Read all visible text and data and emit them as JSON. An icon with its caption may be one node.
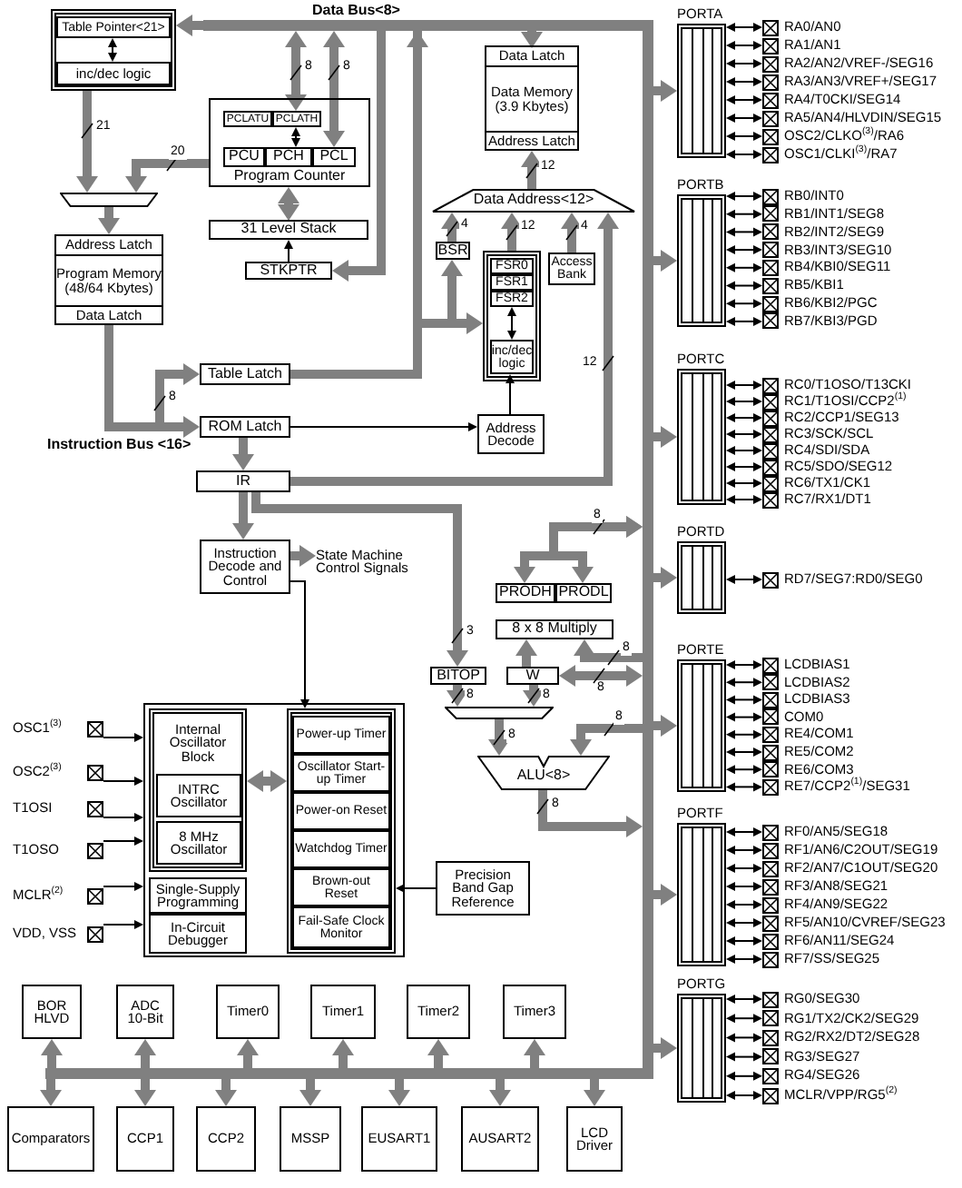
{
  "diagram": {
    "nodes": [
      {
        "text": [],
        "shape": "box"
      },
      {
        "text": [
          "Table Pointer<21>"
        ],
        "in": 0
      },
      {
        "text": [
          "inc/dec logic"
        ],
        "in": 0
      },
      {
        "text": [
          "Program Counter"
        ]
      },
      {
        "text": [
          "PCLATU"
        ],
        "in": 3
      },
      {
        "text": [
          "PCLATH"
        ],
        "in": 3
      },
      {
        "text": [
          "PCU"
        ],
        "in": 3
      },
      {
        "text": [
          "PCH"
        ],
        "in": 3
      },
      {
        "text": [
          "PCL"
        ],
        "in": 3
      },
      {
        "text": [
          "31 Level Stack"
        ]
      },
      {
        "text": [
          "STKPTR"
        ]
      },
      {
        "text": [],
        "shape": "bar"
      },
      {
        "text": [],
        "shape": "bar"
      },
      {
        "text": [],
        "shape": "trapezoid"
      },
      {
        "text": [
          "Program Memory (48/64 Kbytes)"
        ]
      },
      {
        "text": [
          "Address Latch"
        ],
        "in": 14
      },
      {
        "text": [
          "Data Latch"
        ],
        "in": 14
      },
      {
        "text": [
          "Data Memory (3.9 Kbytes)"
        ]
      },
      {
        "text": [
          "Data Latch"
        ],
        "in": 17
      },
      {
        "text": [
          "Address Latch"
        ],
        "in": 17
      },
      {
        "text": [
          "Data Address<12>"
        ]
      },
      {
        "text": [
          "BSR"
        ]
      },
      {
        "text": [],
        "shape": "box"
      },
      {
        "text": [
          "FSR0"
        ],
        "in": 22
      },
      {
        "text": [
          "FSR1"
        ],
        "in": 22
      },
      {
        "text": [
          "FSR2"
        ],
        "in": 22
      },
      {
        "text": [
          "inc/dec logic"
        ],
        "in": 22
      },
      {
        "text": [
          "Access Bank"
        ]
      },
      {
        "text": [
          "Table Latch"
        ]
      },
      {
        "text": [
          "ROM Latch"
        ]
      },
      {
        "text": [
          "Address Decode"
        ]
      },
      {
        "text": [
          "IR"
        ]
      },
      {
        "text": [
          "Instruction Decode and Control"
        ]
      },
      {
        "text": [
          "State Machine Control Signals"
        ]
      },
      {
        "text": [
          "PRODH"
        ]
      },
      {
        "text": [
          "PRODL"
        ]
      },
      {
        "text": [
          "8 x 8 Multiply"
        ]
      },
      {
        "text": [
          "BITOP"
        ]
      },
      {
        "text": [
          "W"
        ]
      },
      {
        "text": [],
        "shape": "trapezoid"
      },
      {
        "text": [
          "ALU<8>"
        ]
      },
      {
        "text": [],
        "shape": "box"
      },
      {
        "text": [
          "Internal Oscillator Block"
        ],
        "in": 41
      },
      {
        "text": [
          "INTRC Oscillator"
        ],
        "in": 42
      },
      {
        "text": [
          "8 MHz Oscillator"
        ],
        "in": 42
      },
      {
        "text": [
          "Single-Supply Programming"
        ],
        "in": 41
      },
      {
        "text": [
          "In-Circuit Debugger"
        ],
        "in": 41
      },
      {
        "text": [],
        "shape": "box",
        "in": 41
      },
      {
        "text": [
          "Power-up Timer"
        ],
        "in": 47
      },
      {
        "text": [
          "Oscillator Start-up Timer"
        ],
        "in": 47
      },
      {
        "text": [
          "Power-on Reset"
        ],
        "in": 47
      },
      {
        "text": [
          "Watchdog Timer"
        ],
        "in": 47
      },
      {
        "text": [
          "Brown-out Reset"
        ],
        "in": 47
      },
      {
        "text": [
          "Fail-Safe Clock Monitor"
        ],
        "in": 47
      },
      {
        "text": [
          "Precision Band Gap Reference"
        ]
      },
      {
        "text": [
          "OSC1$^{(3)}$"
        ]
      },
      {
        "text": [
          "OSC2$^{(3)}$"
        ]
      },
      {
        "text": [
          "T1OSI"
        ]
      },
      {
        "text": [
          "T1OSO"
        ]
      },
      {
        "text": [
          "MCLR$^{(2)}$"
        ]
      },
      {
        "text": [
          "VDD, VSS"
        ]
      },
      {
        "text": [],
        "shape": "bar"
      },
      {
        "text": [
          "BOR HLVD"
        ]
      },
      {
        "text": [
          "ADC 10-Bit"
        ]
      },
      {
        "text": [
          "Timer0"
        ]
      },
      {
        "text": [
          "Timer1"
        ]
      },
      {
        "text": [
          "Timer2"
        ]
      },
      {
        "text": [
          "Timer3"
        ]
      },
      {
        "text": [
          "Comparators"
        ]
      },
      {
        "text": [
          "CCP1"
        ]
      },
      {
        "text": [
          "CCP2"
        ]
      },
      {
        "text": [
          "MSSP"
        ]
      },
      {
        "text": [
          "EUSART1"
        ]
      },
      {
        "text": [
          "AUSART2"
        ]
      },
      {
        "text": [
          "LCD Driver"
        ]
      },
      {
        "text": [
          "PORTA"
        ]
      },
      {
        "text": [
          "RA0/AN0"
        ]
      },
      {
        "text": [
          "RA1/AN1"
        ]
      },
      {
        "text": [
          "RA2/AN2/VREF-/SEG16"
        ]
      },
      {
        "text": [
          "RA3/AN3/VREF+/SEG17"
        ]
      },
      {
        "text": [
          "RA4/T0CKI/SEG14"
        ]
      },
      {
        "text": [
          "RA5/AN4/HLVDIN/SEG15"
        ]
      },
      {
        "text": [
          "OSC2/CLKO$^{(3)}$/RA6"
        ]
      },
      {
        "text": [
          "OSC1/CLKI$^{(3)}$/RA7"
        ]
      },
      {
        "text": [
          "PORTB"
        ]
      },
      {
        "text": [
          "RB0/INT0"
        ]
      },
      {
        "text": [
          "RB1/INT1/SEG8"
        ]
      },
      {
        "text": [
          "RB2/INT2/SEG9"
        ]
      },
      {
        "text": [
          "RB3/INT3/SEG10"
        ]
      },
      {
        "text": [
          "RB4/KBI0/SEG11"
        ]
      },
      {
        "text": [
          "RB5/KBI1"
        ]
      },
      {
        "text": [
          "RB6/KBI2/PGC"
        ]
      },
      {
        "text": [
          "RB7/KBI3/PGD"
        ]
      },
      {
        "text": [
          "PORTC"
        ]
      },
      {
        "text": [
          "RC0/T1OSO/T13CKI"
        ]
      },
      {
        "text": [
          "RC1/T1OSI/CCP2$^{(1)}$"
        ]
      },
      {
        "text": [
          "RC2/CCP1/SEG13"
        ]
      },
      {
        "text": [
          "RC3/SCK/SCL"
        ]
      },
      {
        "text": [
          "RC4/SDI/SDA"
        ]
      },
      {
        "text": [
          "RC5/SDO/SEG12"
        ]
      },
      {
        "text": [
          "RC6/TX1/CK1"
        ]
      },
      {
        "text": [
          "RC7/RX1/DT1"
        ]
      },
      {
        "text": [
          "PORTD"
        ]
      },
      {
        "text": [
          "RD7/SEG7:RD0/SEG0"
        ]
      },
      {
        "text": [
          "PORTE"
        ]
      },
      {
        "text": [
          "LCDBIAS1"
        ]
      },
      {
        "text": [
          "LCDBIAS2"
        ]
      },
      {
        "text": [
          "LCDBIAS3"
        ]
      },
      {
        "text": [
          "COM0"
        ]
      },
      {
        "text": [
          "RE4/COM1"
        ]
      },
      {
        "text": [
          "RE5/COM2"
        ]
      },
      {
        "text": [
          "RE6/COM3"
        ]
      },
      {
        "text": [
          "RE7/CCP2$^{(1)}$/SEG31"
        ]
      },
      {
        "text": [
          "PORTF"
        ]
      },
      {
        "text": [
          "RF0/AN5/SEG18"
        ]
      },
      {
        "text": [
          "RF1/AN6/C2OUT/SEG19"
        ]
      },
      {
        "text": [
          "RF2/AN7/C1OUT/SEG20"
        ]
      },
      {
        "text": [
          "RF3/AN8/SEG21"
        ]
      },
      {
        "text": [
          "RF4/AN9/SEG22"
        ]
      },
      {
        "text": [
          "RF5/AN10/CVREF/SEG23"
        ]
      },
      {
        "text": [
          "RF6/AN11/SEG24"
        ]
      },
      {
        "text": [
          "RF7/SS/SEG25"
        ]
      },
      {
        "text": [
          "PORTG"
        ]
      },
      {
        "text": [
          "RG0/SEG30"
        ]
      },
      {
        "text": [
          "RG1/TX2/CK2/SEG29"
        ]
      },
      {
        "text": [
          "RG2/RX2/DT2/SEG28"
        ]
      },
      {
        "text": [
          "RG3/SEG27"
        ]
      },
      {
        "text": [
          "RG4/SEG26"
        ]
      },
      {
        "text": [
          "MCLR/VPP/RG5$^{(2)}$"
        ]
      }
    ],
    "edges": [
      {
        "from": 11,
        "to": 0,
        "arrow": "to",
        "style": "thick",
        "color": "#808080"
      },
      {
        "from": 11,
        "to": 5,
        "arrow": "both",
        "label": "8",
        "style": "thick",
        "color": "#808080"
      },
      {
        "from": 11,
        "to": 8,
        "arrow": "both",
        "label": "8",
        "style": "thick",
        "color": "#808080"
      },
      {
        "from": 11,
        "to": 10,
        "arrow": "to",
        "style": "thick",
        "color": "#808080"
      },
      {
        "from": 1,
        "to": 2,
        "arrow": "both"
      },
      {
        "from": 5,
        "to": 7,
        "arrow": "both"
      },
      {
        "from": 3,
        "to": 9,
        "arrow": "both",
        "style": "thick",
        "color": "#808080"
      },
      {
        "from": 10,
        "to": 9,
        "arrow": "to"
      },
      {
        "from": 0,
        "to": 13,
        "arrow": "to",
        "label": "21",
        "style": "thick",
        "color": "#808080"
      },
      {
        "from": 3,
        "to": 13,
        "arrow": "to",
        "label": "20",
        "style": "thick",
        "color": "#808080"
      },
      {
        "from": 13,
        "to": 14,
        "arrow": "to",
        "style": "thick",
        "color": "#808080"
      },
      {
        "from": 16,
        "to": 29,
        "arrow": "to",
        "style": "thick",
        "color": "#808080"
      },
      {
        "from": 16,
        "to": 28,
        "arrow": "to",
        "label": "8",
        "style": "thick",
        "color": "#808080"
      },
      {
        "from": 28,
        "to": 11,
        "arrow": "to",
        "style": "thick",
        "color": "#808080"
      },
      {
        "from": 29,
        "to": 30,
        "arrow": "to"
      },
      {
        "from": 29,
        "to": 31,
        "arrow": "to",
        "style": "thick",
        "color": "#808080"
      },
      {
        "from": 31,
        "to": 20,
        "arrow": "to",
        "label": "12",
        "style": "thick",
        "color": "#808080"
      },
      {
        "from": 31,
        "to": 37,
        "arrow": "to",
        "label": "3",
        "style": "thick",
        "color": "#808080"
      },
      {
        "from": 31,
        "to": 32,
        "arrow": "to",
        "style": "thick",
        "color": "#808080"
      },
      {
        "from": 32,
        "to": 33,
        "arrow": "to",
        "style": "thick",
        "color": "#808080"
      },
      {
        "from": 32,
        "to": 47,
        "arrow": "to"
      },
      {
        "from": 11,
        "to": 21,
        "arrow": "to",
        "style": "thick",
        "color": "#808080"
      },
      {
        "from": 11,
        "to": 22,
        "arrow": "to",
        "style": "thick",
        "color": "#808080"
      },
      {
        "from": 21,
        "to": 20,
        "arrow": "to",
        "label": "4",
        "style": "thick",
        "color": "#808080"
      },
      {
        "from": 22,
        "to": 20,
        "arrow": "to",
        "label": "12",
        "style": "thick",
        "color": "#808080"
      },
      {
        "from": 27,
        "to": 20,
        "arrow": "to",
        "label": "4",
        "style": "thick",
        "color": "#808080"
      },
      {
        "from": 20,
        "to": 19,
        "arrow": "to",
        "label": "12",
        "style": "thick",
        "color": "#808080"
      },
      {
        "from": 11,
        "to": 18,
        "arrow": "to",
        "style": "thick",
        "color": "#808080"
      },
      {
        "from": 25,
        "to": 26,
        "arrow": "both"
      },
      {
        "from": 30,
        "to": 26,
        "arrow": "to"
      },
      {
        "from": 34,
        "to": 12,
        "arrow": "both",
        "label": "8",
        "style": "thick",
        "color": "#808080"
      },
      {
        "from": 35,
        "to": 12,
        "arrow": "both",
        "style": "thick",
        "color": "#808080"
      },
      {
        "from": 38,
        "to": 36,
        "arrow": "to",
        "style": "thick",
        "color": "#808080"
      },
      {
        "from": 12,
        "to": 36,
        "arrow": "to",
        "label": "8",
        "style": "thick",
        "color": "#808080"
      },
      {
        "from": 38,
        "to": 12,
        "arrow": "both",
        "label": "8",
        "style": "thick",
        "color": "#808080"
      },
      {
        "from": 37,
        "to": 39,
        "arrow": "to",
        "label": "8",
        "style": "thick",
        "color": "#808080"
      },
      {
        "from": 38,
        "to": 39,
        "arrow": "to",
        "label": "8",
        "style": "thick",
        "color": "#808080"
      },
      {
        "from": 39,
        "to": 40,
        "arrow": "to",
        "label": "8",
        "style": "thick",
        "color": "#808080"
      },
      {
        "from": 12,
        "to": 40,
        "arrow": "to",
        "label": "8",
        "style": "thick",
        "color": "#808080"
      },
      {
        "from": 40,
        "to": 12,
        "arrow": "to",
        "label": "8",
        "style": "thick",
        "color": "#808080"
      },
      {
        "from": 42,
        "to": 47,
        "arrow": "both",
        "style": "thick",
        "color": "#808080"
      },
      {
        "from": 54,
        "to": 47,
        "arrow": "to"
      },
      {
        "from": 55,
        "to": 41,
        "arrow": "to"
      },
      {
        "from": 56,
        "to": 41,
        "arrow": "to"
      },
      {
        "from": 57,
        "to": 41,
        "arrow": "to"
      },
      {
        "from": 58,
        "to": 41,
        "arrow": "to"
      },
      {
        "from": 59,
        "to": 41,
        "arrow": "to"
      },
      {
        "from": 60,
        "to": 41,
        "arrow": "to"
      },
      {
        "from": 61,
        "to": 62,
        "arrow": "to",
        "style": "thick",
        "color": "#808080"
      },
      {
        "from": 61,
        "to": 63,
        "arrow": "to",
        "style": "thick",
        "color": "#808080"
      },
      {
        "from": 61,
        "to": 64,
        "arrow": "to",
        "style": "thick",
        "color": "#808080"
      },
      {
        "from": 61,
        "to": 65,
        "arrow": "to",
        "style": "thick",
        "color": "#808080"
      },
      {
        "from": 61,
        "to": 66,
        "arrow": "to",
        "style": "thick",
        "color": "#808080"
      },
      {
        "from": 61,
        "to": 67,
        "arrow": "to",
        "style": "thick",
        "color": "#808080"
      },
      {
        "from": 61,
        "to": 68,
        "arrow": "to",
        "style": "thick",
        "color": "#808080"
      },
      {
        "from": 61,
        "to": 69,
        "arrow": "to",
        "style": "thick",
        "color": "#808080"
      },
      {
        "from": 61,
        "to": 70,
        "arrow": "to",
        "style": "thick",
        "color": "#808080"
      },
      {
        "from": 61,
        "to": 71,
        "arrow": "to",
        "style": "thick",
        "color": "#808080"
      },
      {
        "from": 61,
        "to": 72,
        "arrow": "to",
        "style": "thick",
        "color": "#808080"
      },
      {
        "from": 61,
        "to": 73,
        "arrow": "to",
        "style": "thick",
        "color": "#808080"
      },
      {
        "from": 61,
        "to": 74,
        "arrow": "to",
        "style": "thick",
        "color": "#808080"
      },
      {
        "from": 12,
        "to": 75,
        "arrow": "to",
        "style": "thick",
        "color": "#808080"
      },
      {
        "from": 12,
        "to": 84,
        "arrow": "to",
        "style": "thick",
        "color": "#808080"
      },
      {
        "from": 12,
        "to": 93,
        "arrow": "to",
        "style": "thick",
        "color": "#808080"
      },
      {
        "from": 12,
        "to": 102,
        "arrow": "to",
        "style": "thick",
        "color": "#808080"
      },
      {
        "from": 12,
        "to": 104,
        "arrow": "to",
        "style": "thick",
        "color": "#808080"
      },
      {
        "from": 12,
        "to": 113,
        "arrow": "to",
        "style": "thick",
        "color": "#808080"
      },
      {
        "from": 12,
        "to": 122,
        "arrow": "to",
        "style": "thick",
        "color": "#808080"
      },
      {
        "from": 75,
        "to": 76,
        "arrow": "both"
      },
      {
        "from": 75,
        "to": 77,
        "arrow": "both"
      },
      {
        "from": 75,
        "to": 78,
        "arrow": "both"
      },
      {
        "from": 75,
        "to": 79,
        "arrow": "both"
      },
      {
        "from": 75,
        "to": 80,
        "arrow": "both"
      },
      {
        "from": 75,
        "to": 81,
        "arrow": "both"
      },
      {
        "from": 75,
        "to": 82,
        "arrow": "both"
      },
      {
        "from": 75,
        "to": 83,
        "arrow": "both"
      },
      {
        "from": 84,
        "to": 85,
        "arrow": "both"
      },
      {
        "from": 84,
        "to": 86,
        "arrow": "both"
      },
      {
        "from": 84,
        "to": 87,
        "arrow": "both"
      },
      {
        "from": 84,
        "to": 88,
        "arrow": "both"
      },
      {
        "from": 84,
        "to": 89,
        "arrow": "both"
      },
      {
        "from": 84,
        "to": 90,
        "arrow": "both"
      },
      {
        "from": 84,
        "to": 91,
        "arrow": "both"
      },
      {
        "from": 84,
        "to": 92,
        "arrow": "both"
      },
      {
        "from": 93,
        "to": 94,
        "arrow": "both"
      },
      {
        "from": 93,
        "to": 95,
        "arrow": "both"
      },
      {
        "from": 93,
        "to": 96,
        "arrow": "both"
      },
      {
        "from": 93,
        "to": 97,
        "arrow": "both"
      },
      {
        "from": 93,
        "to": 98,
        "arrow": "both"
      },
      {
        "from": 93,
        "to": 99,
        "arrow": "both"
      },
      {
        "from": 93,
        "to": 100,
        "arrow": "both"
      },
      {
        "from": 93,
        "to": 101,
        "arrow": "both"
      },
      {
        "from": 102,
        "to": 103,
        "arrow": "both"
      },
      {
        "from": 104,
        "to": 105,
        "arrow": "both"
      },
      {
        "from": 104,
        "to": 106,
        "arrow": "both"
      },
      {
        "from": 104,
        "to": 107,
        "arrow": "both"
      },
      {
        "from": 104,
        "to": 108,
        "arrow": "both"
      },
      {
        "from": 104,
        "to": 109,
        "arrow": "both"
      },
      {
        "from": 104,
        "to": 110,
        "arrow": "both"
      },
      {
        "from": 104,
        "to": 111,
        "arrow": "both"
      },
      {
        "from": 104,
        "to": 112,
        "arrow": "both"
      },
      {
        "from": 113,
        "to": 114,
        "arrow": "both"
      },
      {
        "from": 113,
        "to": 115,
        "arrow": "both"
      },
      {
        "from": 113,
        "to": 116,
        "arrow": "both"
      },
      {
        "from": 113,
        "to": 117,
        "arrow": "both"
      },
      {
        "from": 113,
        "to": 118,
        "arrow": "both"
      },
      {
        "from": 113,
        "to": 119,
        "arrow": "both"
      },
      {
        "from": 113,
        "to": 120,
        "arrow": "both"
      },
      {
        "from": 113,
        "to": 121,
        "arrow": "both"
      },
      {
        "from": 122,
        "to": 123,
        "arrow": "both"
      },
      {
        "from": 122,
        "to": 124,
        "arrow": "both"
      },
      {
        "from": 122,
        "to": 125,
        "arrow": "both"
      },
      {
        "from": 122,
        "to": 126,
        "arrow": "both"
      },
      {
        "from": 122,
        "to": 127,
        "arrow": "both"
      },
      {
        "from": 122,
        "to": 128,
        "arrow": "both"
      }
    ],
    "labels": [
      "Data Bus<8>",
      "Instruction Bus <16>"
    ]
  }
}
